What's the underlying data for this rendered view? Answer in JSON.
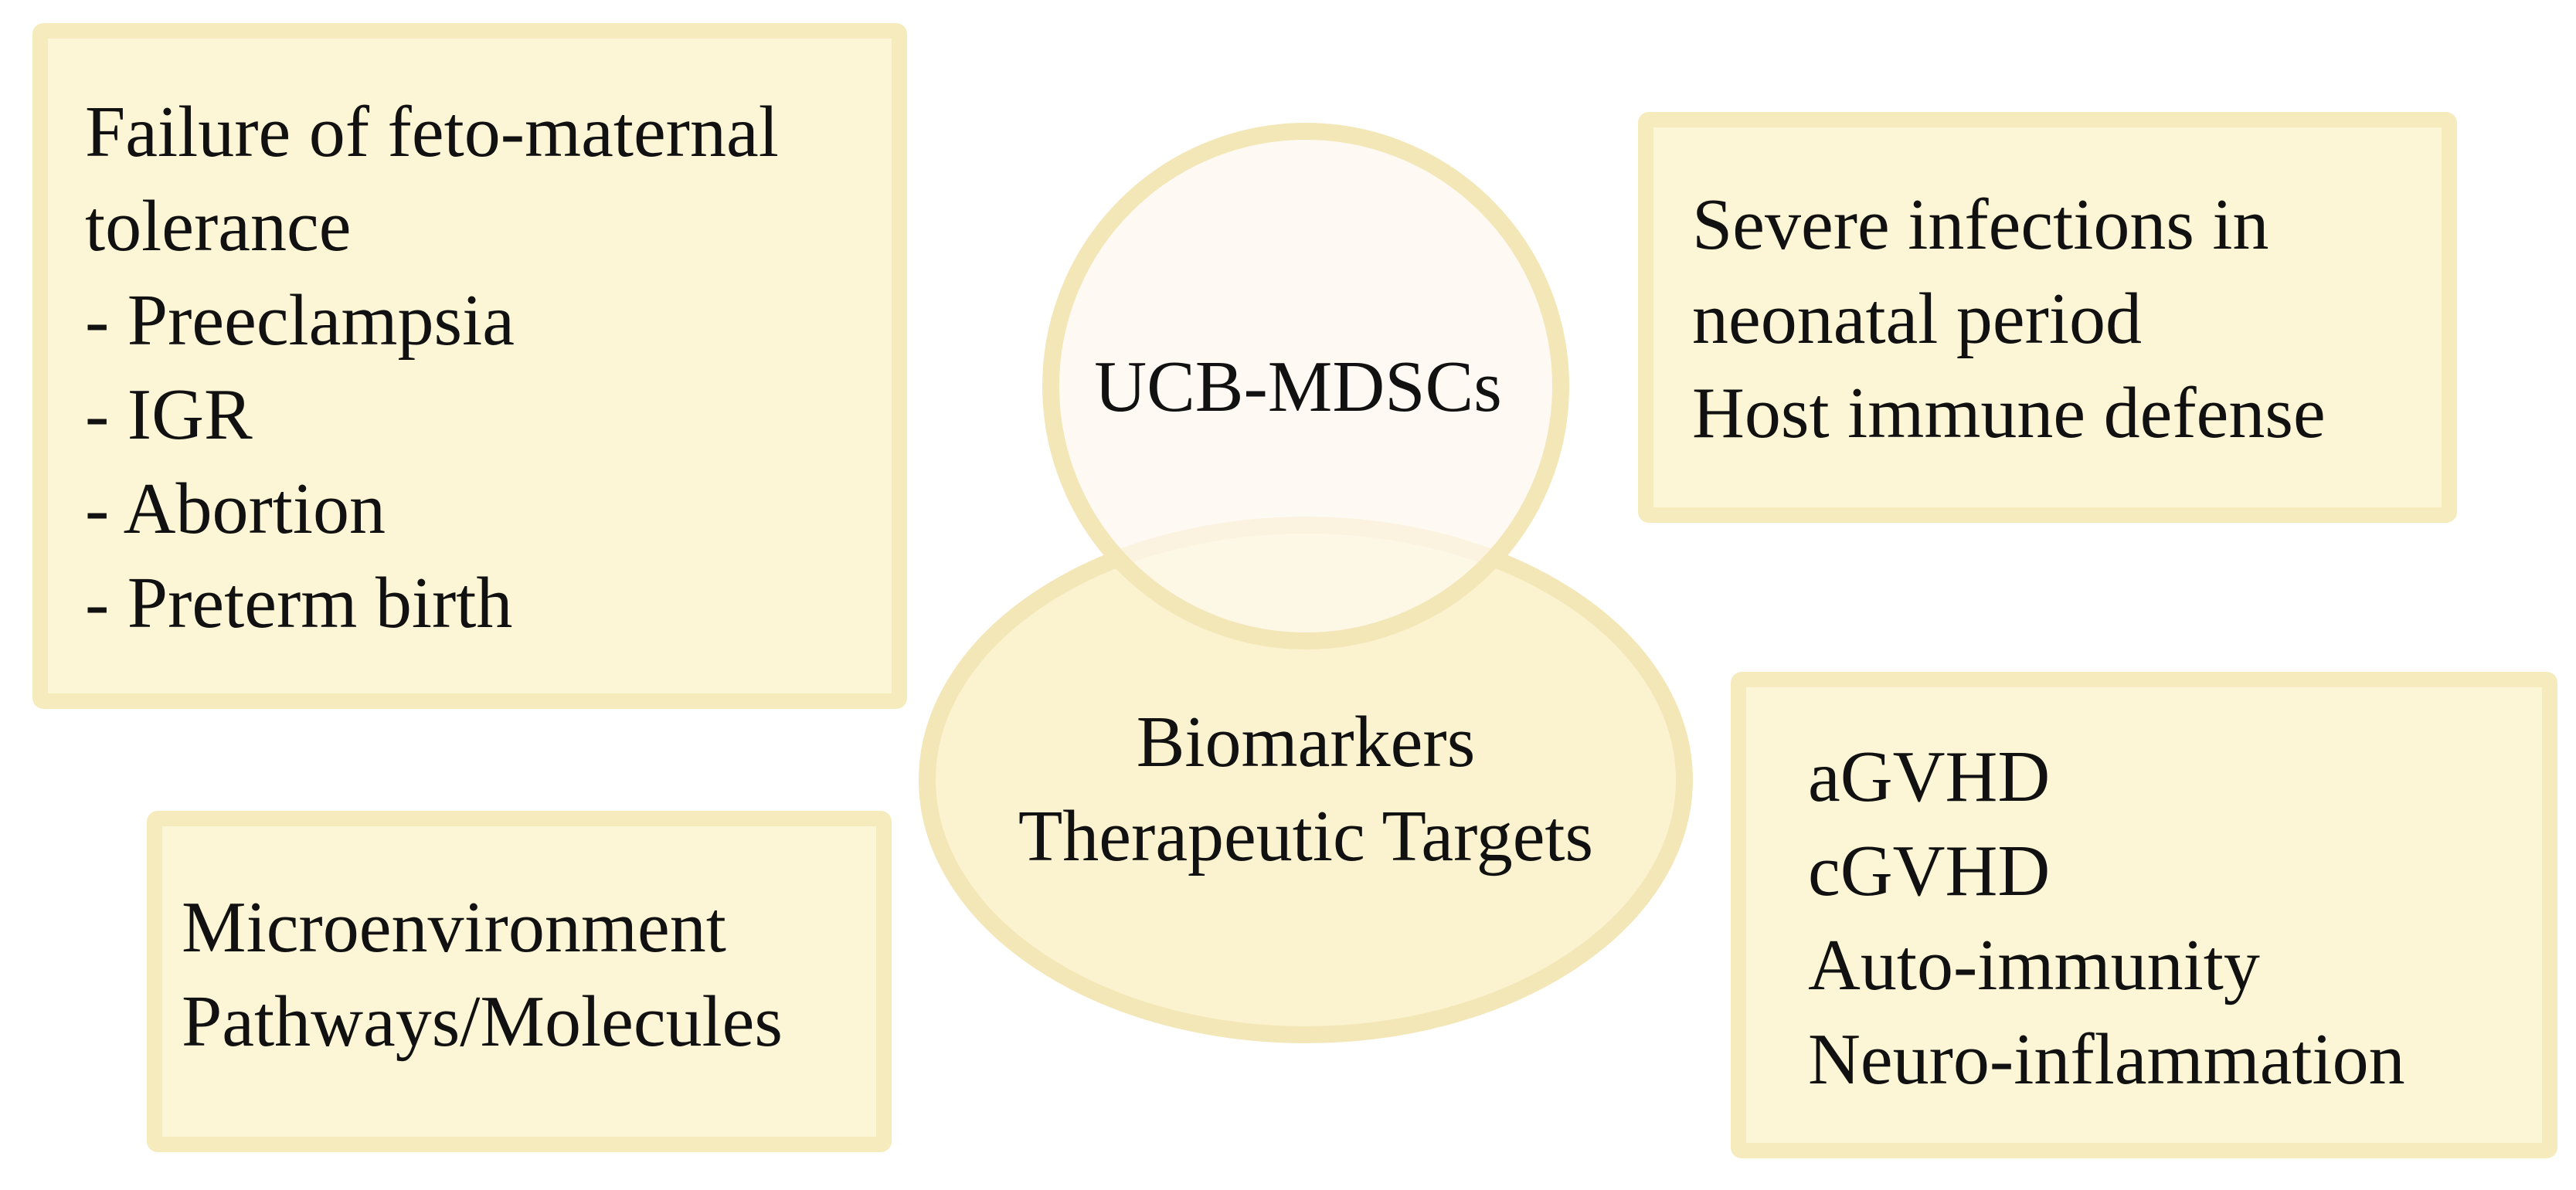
{
  "top_left_box": {
    "lines": [
      "Failure of feto-maternal",
      "tolerance",
      "- Preeclampsia",
      "- IGR",
      "- Abortion",
      "- Preterm birth"
    ]
  },
  "bottom_left_box": {
    "lines": [
      "Microenvironment",
      "Pathways/Molecules"
    ]
  },
  "top_right_box": {
    "lines": [
      "Severe infections in",
      "neonatal period",
      "Host immune defense"
    ]
  },
  "bottom_right_box": {
    "lines": [
      "aGVHD",
      "cGVHD",
      "Auto-immunity",
      "Neuro-inflammation"
    ]
  },
  "center": {
    "top_circle_label": "UCB-MDSCs",
    "bottom_ellipse_lines": [
      "Biomarkers",
      "Therapeutic Targets"
    ]
  },
  "colors": {
    "box_fill": "#fdf6d6",
    "box_border": "#f6ebbd",
    "circle_fill": "#fdf8ee",
    "ellipse_fill": "#fbf3cf",
    "shape_stroke": "#f3e7b8",
    "text": "#111111"
  }
}
